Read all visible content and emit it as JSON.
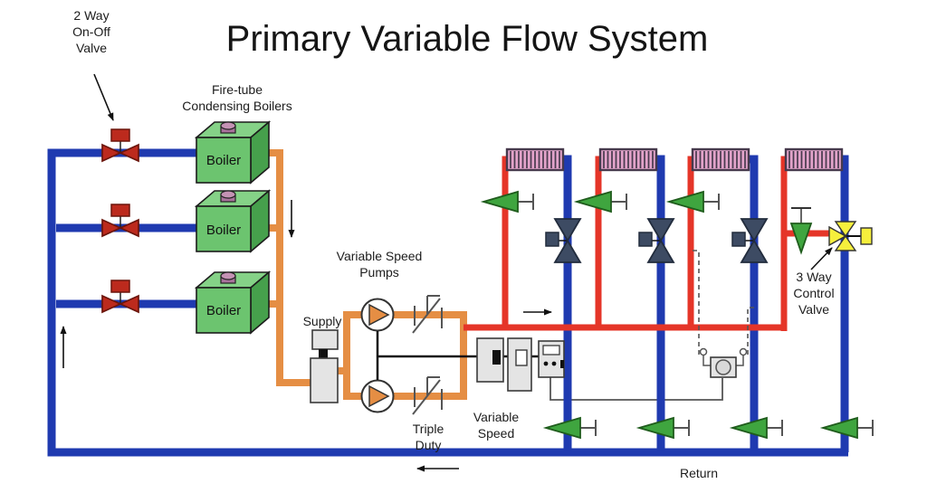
{
  "title": "Primary Variable Flow System",
  "labels": {
    "two_way_valve": "2 Way\nOn-Off\nValve",
    "boilers": "Fire-tube\nCondensing Boilers",
    "boiler": "Boiler",
    "pumps": "Variable Speed\nPumps",
    "supply": "Supply",
    "triple_duty": "Triple\nDuty",
    "variable_speed": "Variable\nSpeed",
    "return": "Return",
    "three_way_valve": "3 Way\nControl\nValve"
  },
  "colors": {
    "pipe_blue": "#1f3ab0",
    "pipe_red": "#e53528",
    "pipe_orange": "#e58e44",
    "boiler_front": "#6cc46f",
    "boiler_top": "#85d287",
    "boiler_side": "#46a04c",
    "boiler_cap": "#a8739b",
    "boiler_cap_top": "#c492b4",
    "valve_red": "#bc2a1d",
    "valve_red_edge": "#6b150c",
    "valve_green": "#3fa53f",
    "valve_green_edge": "#1f5c1c",
    "valve_dark": "#3d4b63",
    "valve_dark_edge": "#222c3d",
    "valve_yellow": "#f6ef3c",
    "coil_fill": "#e2a3ca",
    "coil_stripe": "#473a4d",
    "box_fill": "#e4e4e4",
    "box_edge": "#3a3a3a",
    "line_dark": "#111111",
    "line_gray": "#555555"
  }
}
